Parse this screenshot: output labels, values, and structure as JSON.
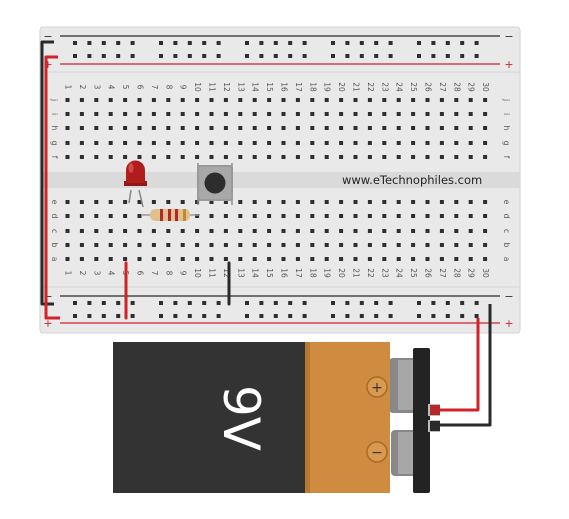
{
  "breadboard": {
    "column_count": 30,
    "rows_top": [
      "j",
      "i",
      "h",
      "g",
      "f"
    ],
    "rows_bottom": [
      "e",
      "d",
      "c",
      "b",
      "a"
    ],
    "rail_plus": "+",
    "rail_minus": "−"
  },
  "watermark": "www.eTechnophiles.com",
  "battery": {
    "label": "9V",
    "positive_symbol": "+",
    "negative_symbol": "−"
  },
  "colors": {
    "board": "#e9e9e9",
    "hole": "#2e2e2e",
    "rail_red": "#d0232a",
    "wire_red": "#d0232a",
    "wire_black": "#2a2a2a",
    "battery_body": "#333333",
    "battery_terminal": "#cf8b3f",
    "led": "#b11d1d"
  }
}
